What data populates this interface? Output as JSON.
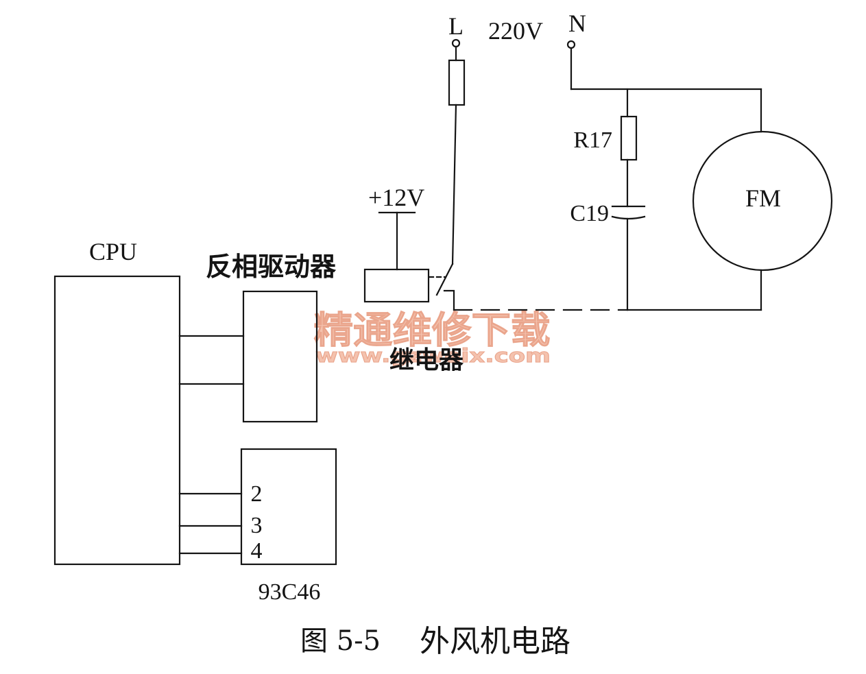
{
  "power_supply": {
    "line_terminal": "L",
    "voltage": "220V",
    "neutral_terminal": "N"
  },
  "relay_supply": {
    "label": "+12V"
  },
  "components": {
    "resistor": "R17",
    "capacitor": "C19",
    "motor": "FM",
    "cpu": "CPU",
    "inverter_driver": "反相驱动器",
    "relay": "继电器",
    "eeprom": "93C46"
  },
  "eeprom_pins": [
    "2",
    "3",
    "4"
  ],
  "caption": {
    "figure_number": "图 5-5",
    "title": "外风机电路"
  },
  "watermark": {
    "name": "精通维修下载",
    "url": "www.gzweix.com"
  },
  "colors": {
    "line": "#141414",
    "background": "#ffffff",
    "watermark": "#f4c2ae"
  }
}
